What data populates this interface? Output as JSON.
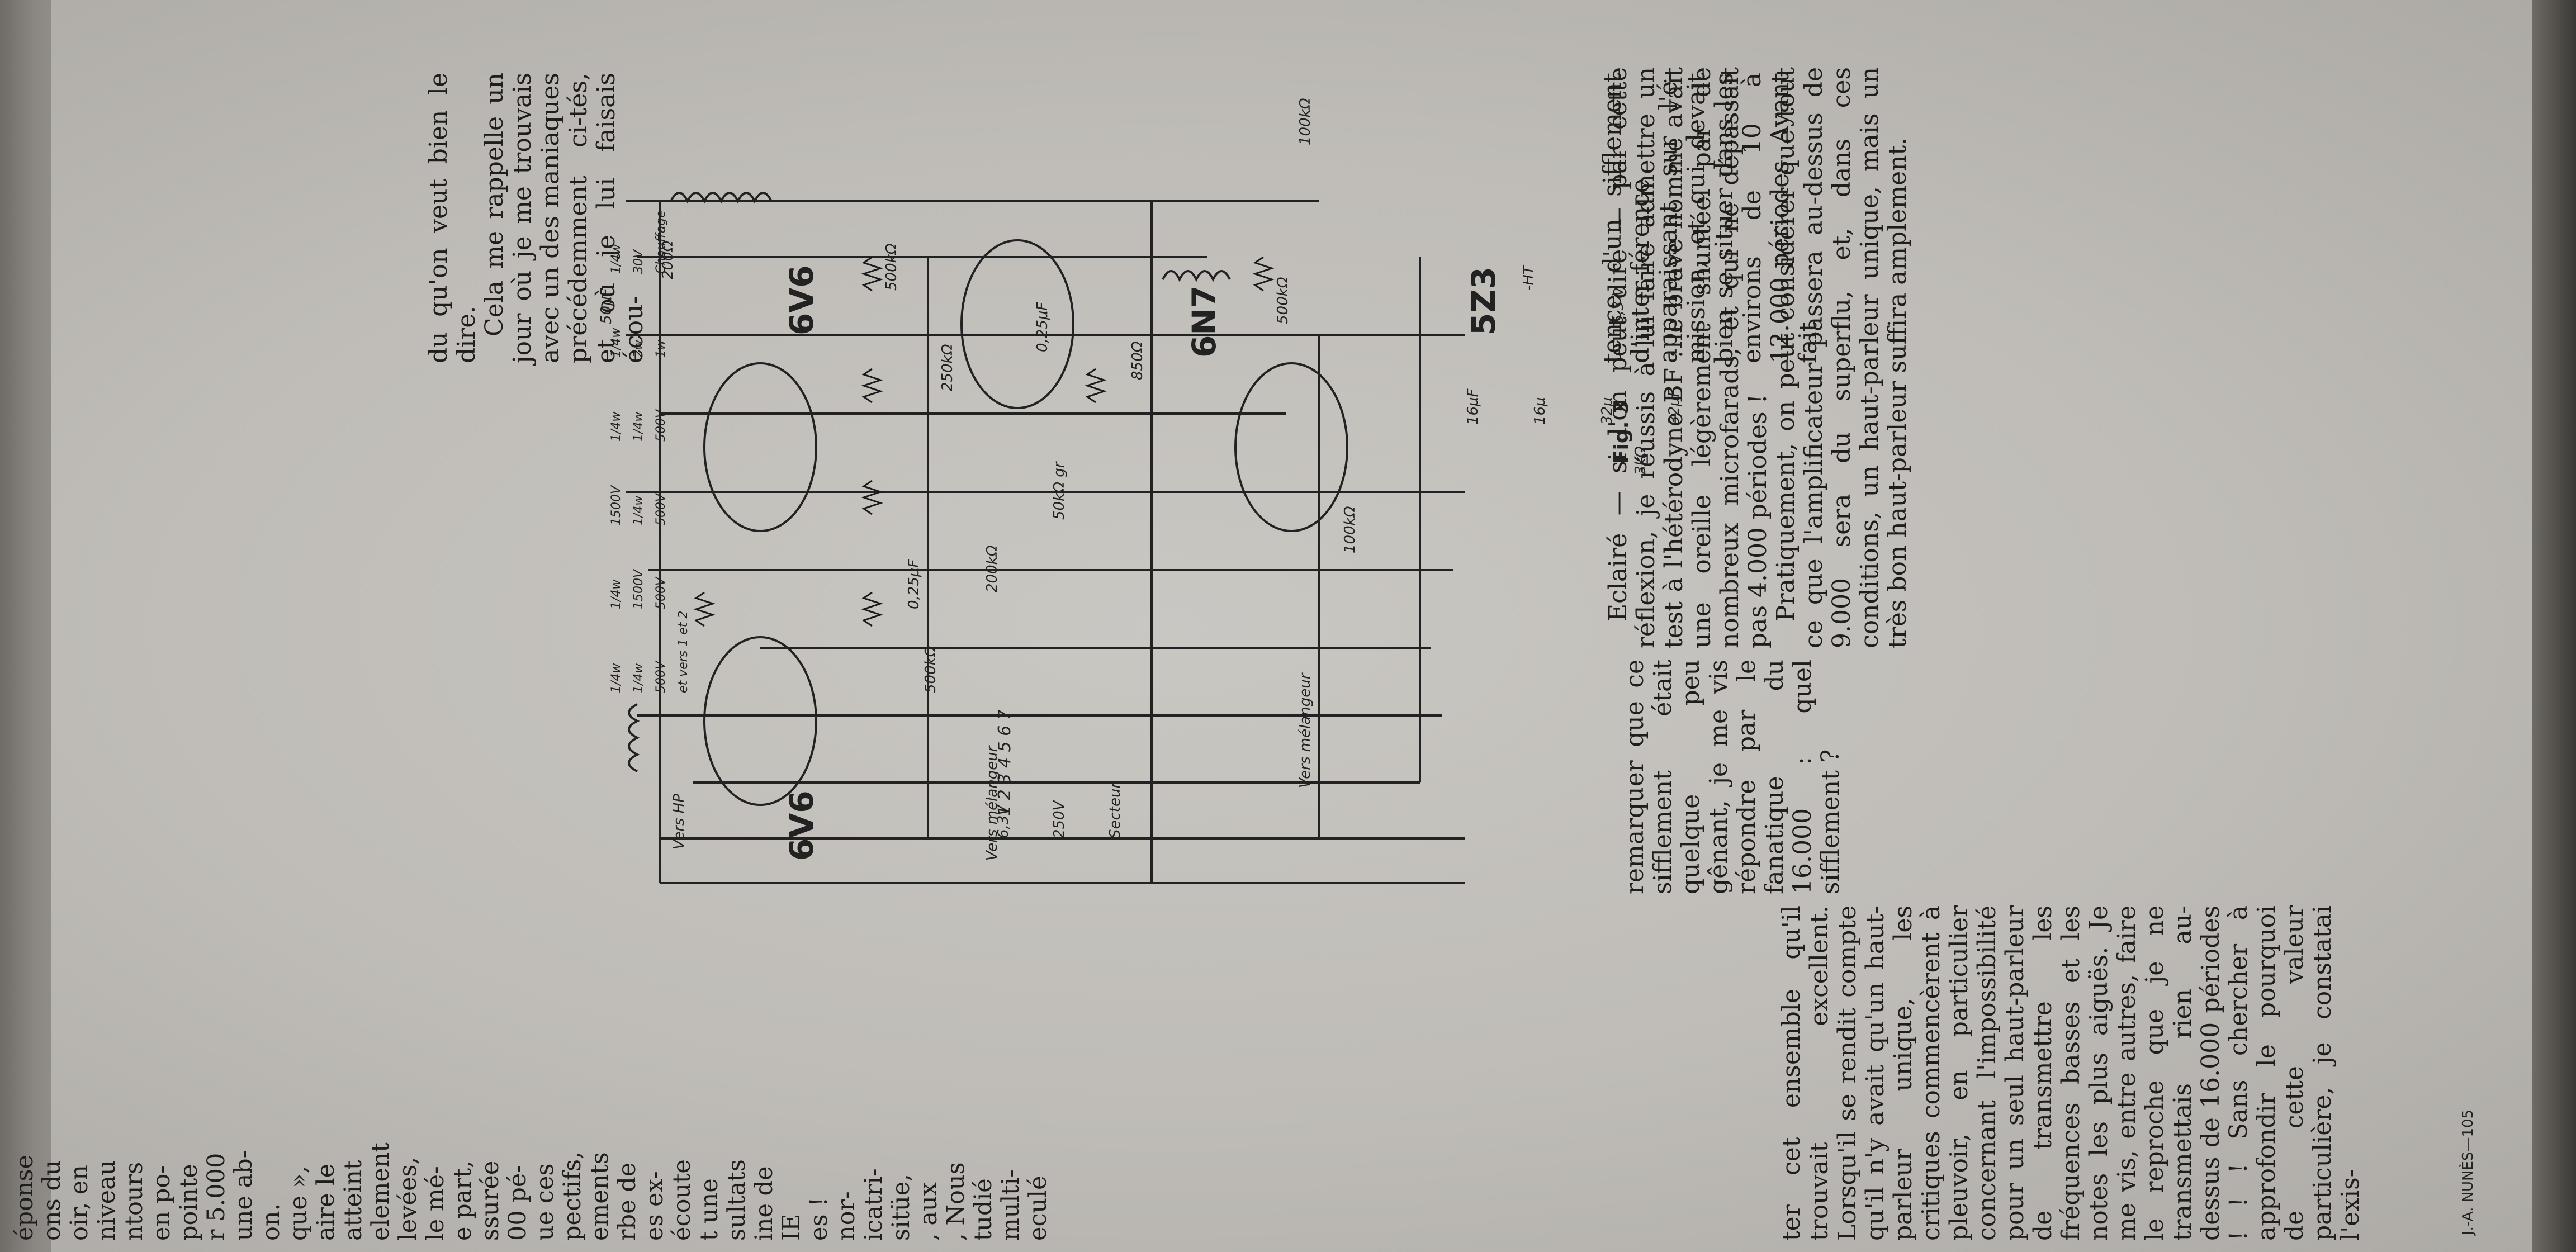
{
  "left_column": [
    "du qu'on veut bien le dire.",
    "Cela me rappelle un jour où je me trouvais avec un des maniaques précédemment ci-tés, et où je lui faisais écou-"
  ],
  "right_column": [
    "tence d'un sifflement d'inter-férence apparaissant sur l'é-mission, et qui devait bien se situer dans les environs de 10 à 12.000 périodes. Ayant fait"
  ],
  "far_left_fragments": [
    "éponse",
    "ons du",
    "oir, en",
    "niveau",
    "ntours",
    "en po-",
    "pointe",
    "r 5.000",
    "une ab-",
    "on.",
    "que »,",
    "aire le",
    "atteint",
    "element",
    "levées,",
    "le mé-",
    "e part,",
    "ssurée",
    "00 pé-",
    "ue ces",
    "pectifs,",
    "ements",
    "rbe de",
    "es ex-",
    "écoute",
    "t une",
    "sultats",
    "ine de",
    "IE",
    "es !",
    "nor-",
    "icatri-",
    "sitüe,",
    ", aux",
    ", Nous",
    "tudié",
    "multi-",
    "eculé"
  ],
  "bottom_left_text": "ter cet ensemble qu'il trouvait excellent. Lorsqu'il se rendit compte qu'il n'y avait qu'un haut-parleur unique, les critiques commencèrent à pleuvoir, en particulier concernant l'impossibilité pour un seul haut-parleur de transmettre les fréquences basses et les notes les plus aiguës. Je me vis, entre autres, faire le reproche que je ne transmettais rien au-dessus de 16.000 périodes ! ! ! Sans chercher à approfondir le pourquoi de cette valeur particulière, je constatai l'exis-",
  "bottom_mid_text": "remarquer que ce sifflement était quelque peu gênant, je me vis répondre par le fanatique du 16.000 : quel sifflement ?",
  "bottom_right_text_1": "Eclairé — si l'on peut dire — par cette réflexion, je réussis à lui faire admettre un test à l'hétérodyne BF : le brave homme avait une oreille légèrement shuntée par de nombreux microfarads, et qui ne dépassait pas 4.000 périodes !",
  "bottom_right_text_2": "Pratiquement, on peut considérer que tout ce que l'amplificateur passera au-dessus de 9.000 sera du superflu, et, dans ces conditions, un haut-parleur unique, mais un très bon haut-parleur suffira amplement.",
  "page_footer": "J.-A. NUNÈS—105",
  "figure": {
    "caption": "Fig. 3",
    "tubes": [
      "6V6",
      "6V6",
      "6N7",
      "5Z3"
    ],
    "labels": {
      "r500k_1": "500kΩ",
      "r500k_1w": "1/4w",
      "r250k": "250kΩ",
      "r250k_w": "1/4w",
      "c025_1": "0,25μF",
      "c025_1v": "1500V",
      "r850": "850Ω",
      "r850_w": "1/4w",
      "r500k_2": "500kΩ",
      "r500k_2w": "1/4w",
      "r100k_1": "100kΩ",
      "r100k_1w": "1/4w",
      "r50kgr": "50kΩ gr",
      "r200k": "200kΩ",
      "r200k_w": "1/4w",
      "c025_2": "0,25μF",
      "c025_2v": "1500V",
      "r500k_3": "500kΩ",
      "r500k_3w": "1/4w",
      "r100k_2": "100kΩ",
      "r100k_2w": "1/4w",
      "r200": "200Ω",
      "r200_w": "2w",
      "c50": "50μF",
      "c50v": "30V",
      "c16_1": "16μF",
      "c16_1v": "500V",
      "c16_2": "16μ",
      "c16_2v": "500V",
      "c32_1": "32μ",
      "c32_1v": "500V",
      "c32_2": "32μF",
      "c32_2v": "500V",
      "r3k": "3kΩ",
      "r3k_w": "1w",
      "heat": "6,3 V",
      "heat2": "Chauffage",
      "heat3": "et vers 1 et 2",
      "ht": "-HT",
      "term_nums": "1 2 3 4 5 6 7",
      "v63": "6,3V",
      "v250": "250V",
      "secteur": "Secteur",
      "vers_mel_1": "Vers mélangeur",
      "vers_mel_2": "Vers mélangeur",
      "vers_hp": "Vers HP"
    }
  }
}
